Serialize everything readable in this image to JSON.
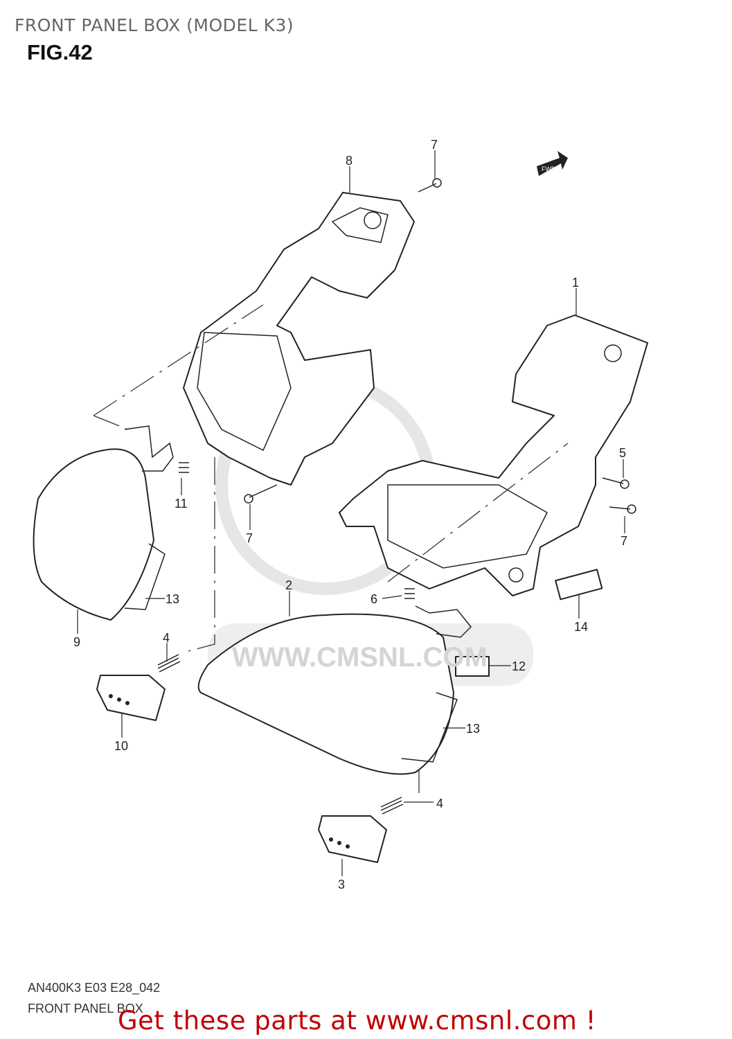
{
  "header": {
    "title": "FRONT PANEL BOX (MODEL K3)",
    "figure": "FIG.42"
  },
  "diagram": {
    "fwd_label": "FWD",
    "watermark": "WWW.CMSNL.COM",
    "callouts": [
      "8",
      "7",
      "1",
      "5",
      "7",
      "14",
      "12",
      "13",
      "4",
      "3",
      "2",
      "6",
      "13",
      "9",
      "4",
      "10",
      "11",
      "7"
    ]
  },
  "footer": {
    "code": "AN400K3 E03 E28_042",
    "name": "FRONT PANEL BOX",
    "promo": "Get these parts at www.cmsnl.com !"
  }
}
